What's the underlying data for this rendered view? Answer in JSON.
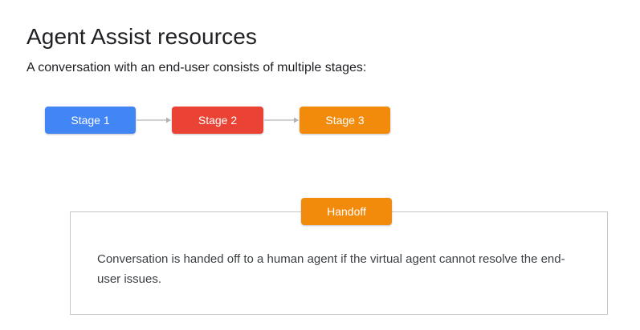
{
  "title": "Agent Assist resources",
  "subtitle": "A conversation with an end-user consists of multiple stages:",
  "stages": [
    {
      "label": "Stage 1",
      "color": "#4285f4"
    },
    {
      "label": "Stage 2",
      "color": "#ea4335"
    },
    {
      "label": "Stage 3",
      "color": "#f28b0c"
    }
  ],
  "arrow_color": "#b0b3b6",
  "handoff": {
    "label": "Handoff",
    "color": "#f28b0c",
    "description": "Conversation is handed off to a human agent if the virtual agent cannot resolve the end-user issues."
  }
}
